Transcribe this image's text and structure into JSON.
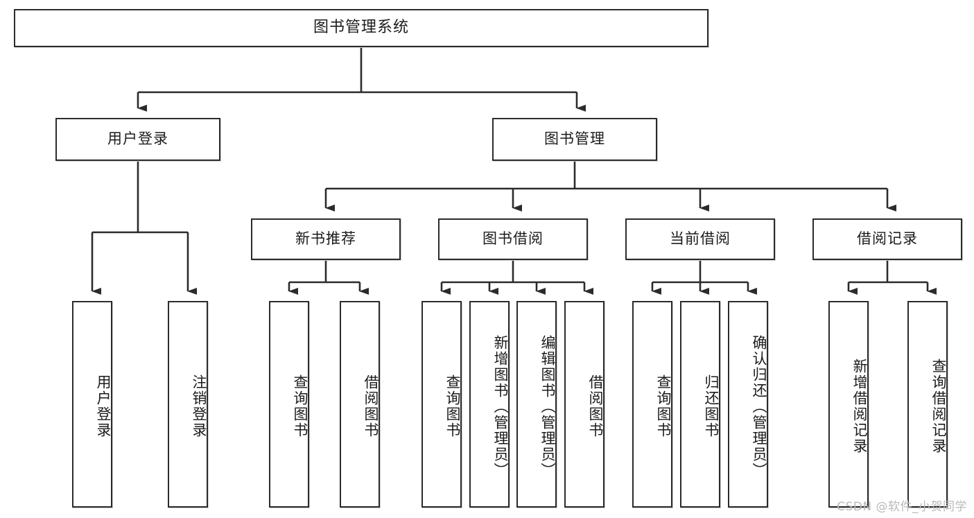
{
  "diagram": {
    "title": "图书管理系统",
    "type": "function-structure-tree",
    "watermark": "CSDN @软件_小贺同学",
    "colors": {
      "box_border": "#2b2b2b",
      "box_fill": "#ffffff",
      "connector": "#2b2b2b",
      "text": "#1b1b1b",
      "watermark": "#b9b9b9",
      "background": "#ffffff"
    }
  },
  "nodes": {
    "root": {
      "label": "图书管理系统"
    },
    "level2": [
      {
        "label": "用户登录"
      },
      {
        "label": "图书管理"
      }
    ],
    "level3": [
      {
        "label": "新书推荐"
      },
      {
        "label": "图书借阅"
      },
      {
        "label": "当前借阅"
      },
      {
        "label": "借阅记录"
      }
    ],
    "leaves_user_login": [
      {
        "label": "用户登录"
      },
      {
        "label": "注销登录"
      }
    ],
    "leaves_new_book": [
      {
        "label": "查询图书"
      },
      {
        "label": "借阅图书"
      }
    ],
    "leaves_borrow": [
      {
        "label": "查询图书"
      },
      {
        "label": "新增图书（管理员）"
      },
      {
        "label": "编辑图书（管理员）"
      },
      {
        "label": "借阅图书"
      }
    ],
    "leaves_current": [
      {
        "label": "查询图书"
      },
      {
        "label": "归还图书"
      },
      {
        "label": "确认归还（管理员）"
      }
    ],
    "leaves_records": [
      {
        "label": "新增借阅记录"
      },
      {
        "label": "查询借阅记录"
      }
    ]
  }
}
